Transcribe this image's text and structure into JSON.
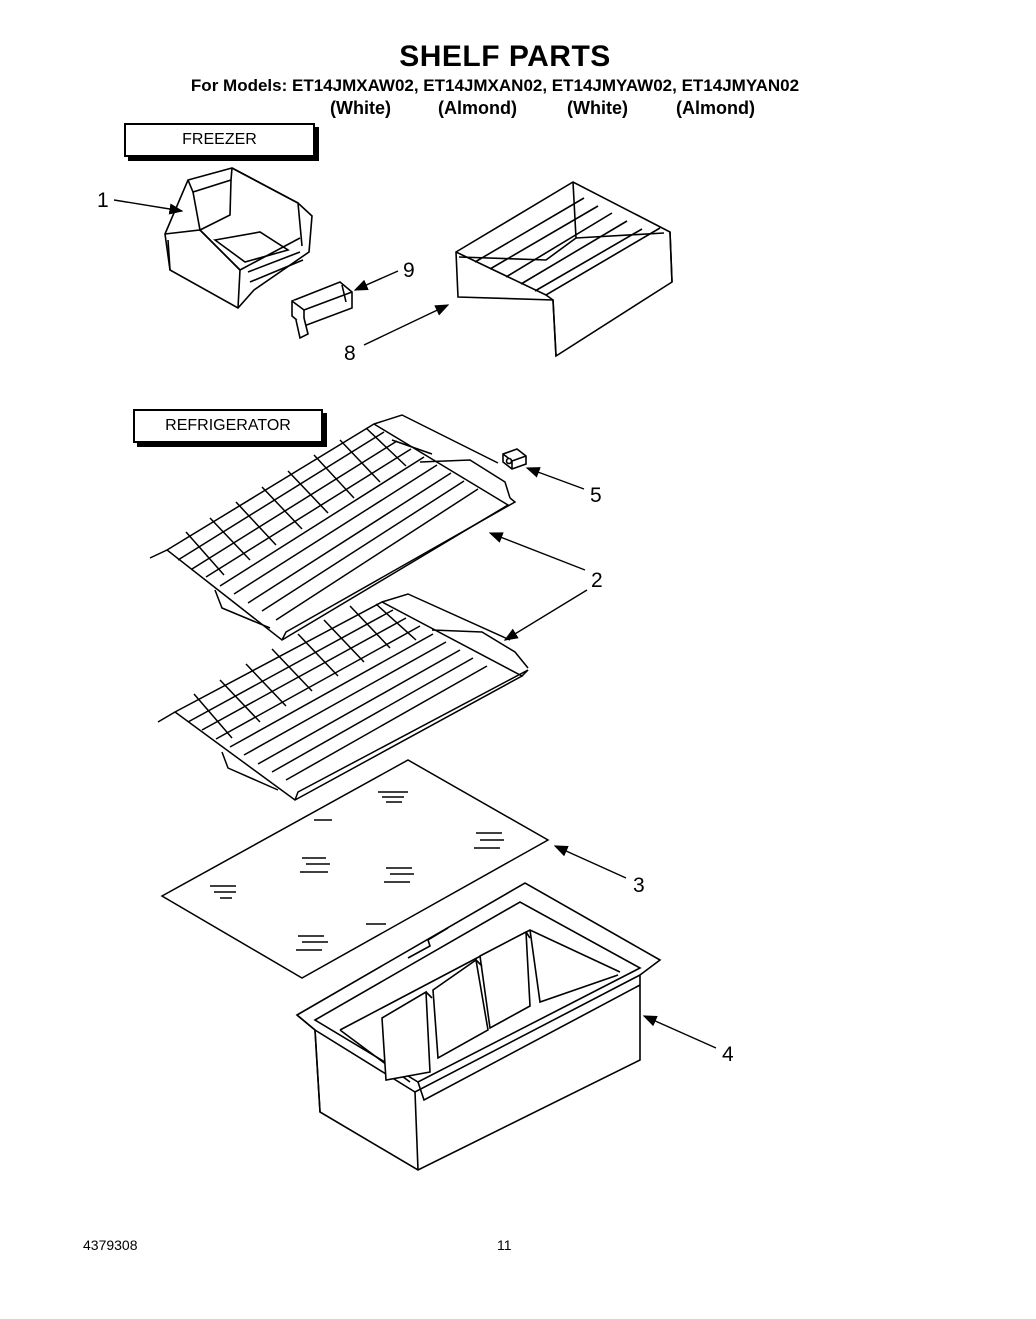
{
  "header": {
    "title": "SHELF PARTS",
    "models_line": "For Models: ET14JMXAW02, ET14JMXAN02, ET14JMYAW02, ET14JMYAN02",
    "colors": [
      "(White)",
      "(Almond)",
      "(White)",
      "(Almond)"
    ]
  },
  "sections": {
    "freezer": "FREEZER",
    "refrigerator": "REFRIGERATOR"
  },
  "callouts": [
    "1",
    "9",
    "8",
    "5",
    "2",
    "3",
    "4"
  ],
  "footer": {
    "doc_number": "4379308",
    "page_number": "11"
  }
}
